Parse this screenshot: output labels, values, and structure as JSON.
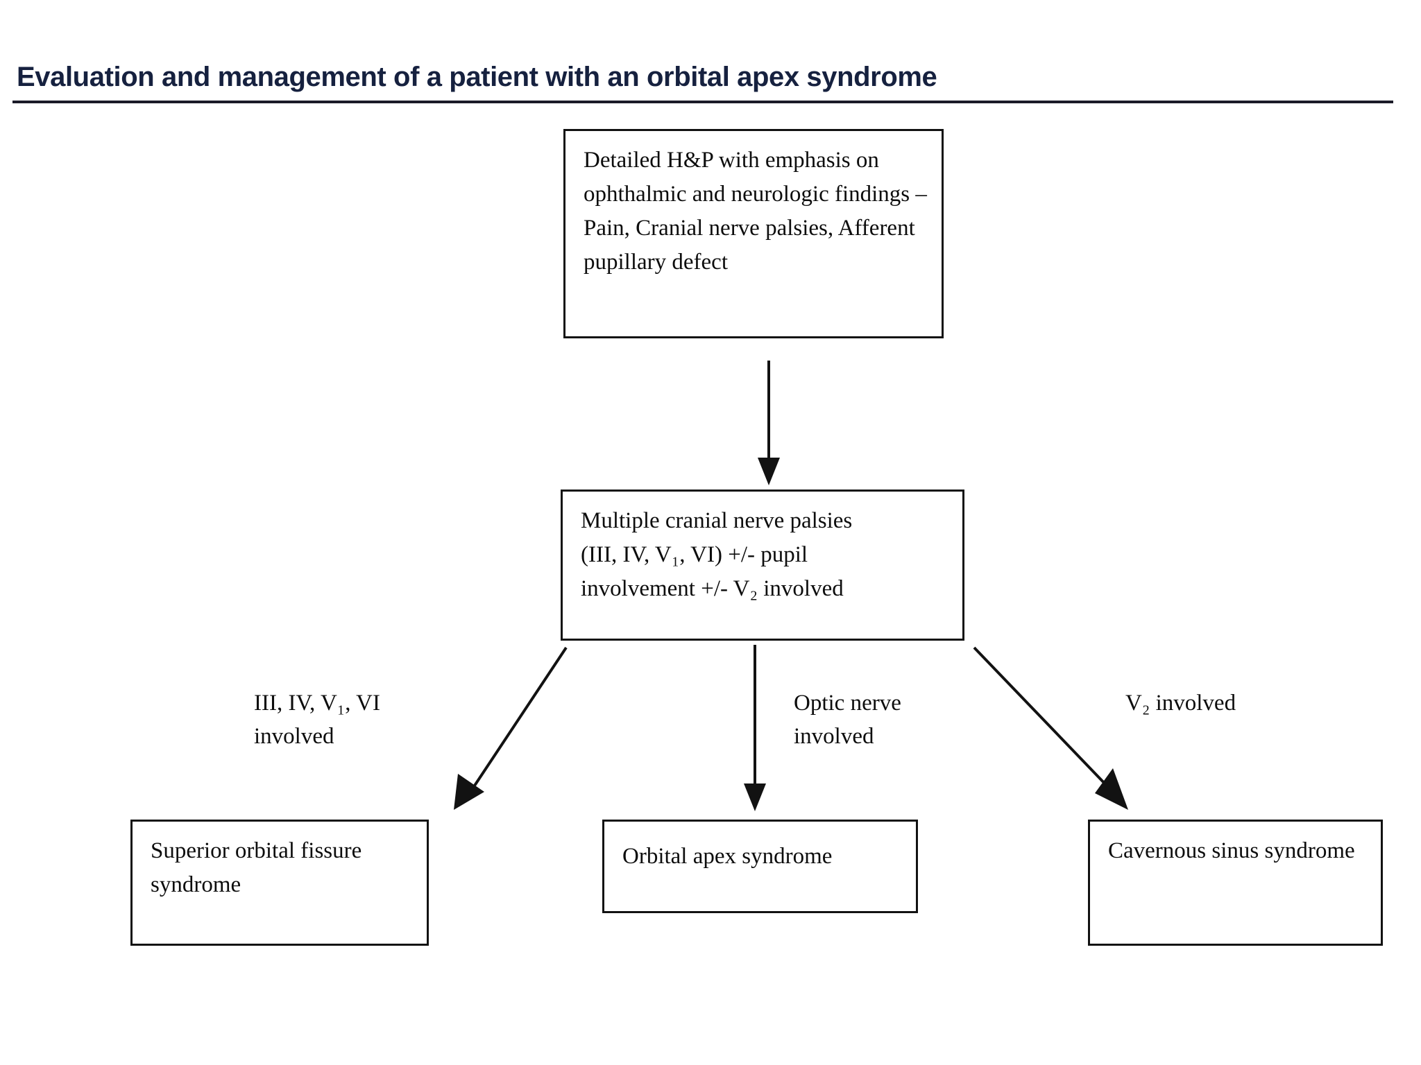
{
  "title": "Evaluation and management of a patient with an orbital apex syndrome",
  "nodes": {
    "history_physical": "Detailed H&P with emphasis on ophthalmic and neurologic findings – Pain, Cranial nerve palsies, Afferent pupillary defect",
    "cranial_nerve_palsies_line1": "Multiple cranial nerve palsies",
    "cranial_nerve_palsies_line2": "(III, IV, V₁, VI) +/- pupil",
    "cranial_nerve_palsies_line3": "involvement +/- V₂ involved",
    "superior_orbital_fissure_syndrome": "Superior orbital fissure syndrome",
    "orbital_apex_syndrome": "Orbital apex syndrome",
    "cavernous_sinus_syndrome": "Cavernous sinus syndrome"
  },
  "edge_labels": {
    "left_line1": "III, IV, V₁, VI",
    "left_line2": "involved",
    "middle_line1": "Optic nerve",
    "middle_line2": "involved",
    "right": "V₂ involved"
  },
  "chart_data": {
    "type": "flowchart",
    "title": "Evaluation and management of a patient with an orbital apex syndrome",
    "orientation": "top-down",
    "nodes": [
      {
        "id": "hp",
        "label": "Detailed H&P with emphasis on ophthalmic and neurologic findings – Pain, Cranial nerve palsies, Afferent pupillary defect",
        "shape": "rectangle",
        "level": 0
      },
      {
        "id": "palsies",
        "label": "Multiple cranial nerve palsies (III, IV, V₁, VI) +/- pupil involvement +/- V₂ involved",
        "shape": "rectangle",
        "level": 1
      },
      {
        "id": "sof",
        "label": "Superior orbital fissure syndrome",
        "shape": "rectangle",
        "level": 2
      },
      {
        "id": "oas",
        "label": "Orbital apex syndrome",
        "shape": "rectangle",
        "level": 2
      },
      {
        "id": "css",
        "label": "Cavernous sinus syndrome",
        "shape": "rectangle",
        "level": 2
      }
    ],
    "edges": [
      {
        "from": "hp",
        "to": "palsies",
        "label": "",
        "style": "solid-arrow",
        "direction": "down"
      },
      {
        "from": "palsies",
        "to": "sof",
        "label": "III, IV, V₁, VI involved",
        "style": "solid-arrow",
        "direction": "down-left"
      },
      {
        "from": "palsies",
        "to": "oas",
        "label": "Optic nerve involved",
        "style": "solid-arrow",
        "direction": "down"
      },
      {
        "from": "palsies",
        "to": "css",
        "label": "V₂ involved",
        "style": "solid-arrow",
        "direction": "down-right"
      }
    ],
    "colors": {
      "line": "#121212",
      "text": "#0d0d0d",
      "title": "#16213f",
      "background": "#ffffff"
    }
  },
  "colors": {
    "title": "#16213f",
    "line": "#121212",
    "text": "#0d0d0d",
    "background": "#ffffff"
  }
}
